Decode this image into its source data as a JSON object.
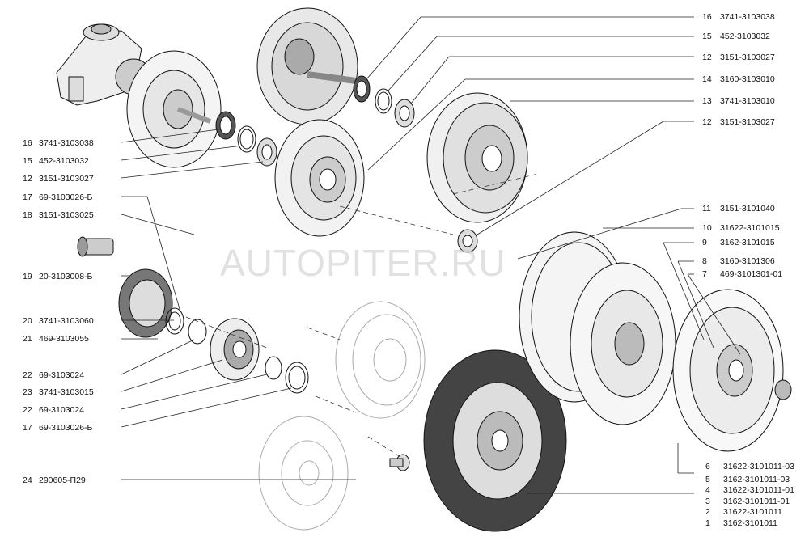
{
  "watermark": "AUTOPITER.RU",
  "labels_left": [
    {
      "num": "16",
      "part": "3741-3103038"
    },
    {
      "num": "15",
      "part": "452-3103032"
    },
    {
      "num": "12",
      "part": "3151-3103027"
    },
    {
      "num": "17",
      "part": "69-3103026-Б"
    },
    {
      "num": "18",
      "part": "3151-3103025"
    },
    {
      "num": "19",
      "part": "20-3103008-Б"
    },
    {
      "num": "20",
      "part": "3741-3103060"
    },
    {
      "num": "21",
      "part": "469-3103055"
    },
    {
      "num": "22",
      "part": "69-3103024"
    },
    {
      "num": "23",
      "part": "3741-3103015"
    },
    {
      "num": "22",
      "part": "69-3103024"
    },
    {
      "num": "17",
      "part": "69-3103026-Б"
    },
    {
      "num": "24",
      "part": "290605-П29"
    }
  ],
  "labels_right": [
    {
      "num": "16",
      "part": "3741-3103038"
    },
    {
      "num": "15",
      "part": "452-3103032"
    },
    {
      "num": "12",
      "part": "3151-3103027"
    },
    {
      "num": "14",
      "part": "3160-3103010"
    },
    {
      "num": "13",
      "part": "3741-3103010"
    },
    {
      "num": "12",
      "part": "3151-3103027"
    },
    {
      "num": "11",
      "part": "3151-3101040"
    },
    {
      "num": "10",
      "part": "31622-3101015"
    },
    {
      "num": "9",
      "part": "3162-3101015"
    },
    {
      "num": "8",
      "part": "3160-3101306"
    },
    {
      "num": "7",
      "part": "469-3101301-01"
    }
  ],
  "labels_bottom_right": [
    {
      "num": "6",
      "part": "31622-3101011-03"
    },
    {
      "num": "5",
      "part": "3162-3101011-03"
    },
    {
      "num": "4",
      "part": "31622-3101011-01"
    },
    {
      "num": "3",
      "part": "3162-3101011-01"
    },
    {
      "num": "2",
      "part": "31622-3101011"
    },
    {
      "num": "1",
      "part": "3162-3101011"
    }
  ]
}
